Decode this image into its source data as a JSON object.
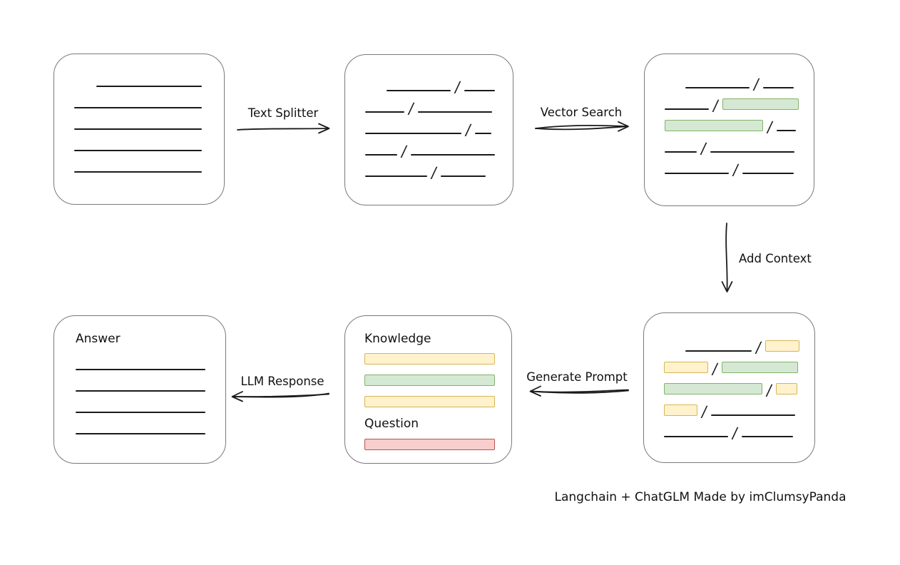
{
  "caption": "Langchain + ChatGLM Made by imClumsyPanda",
  "glyphs": {
    "slash": "/"
  },
  "colors": {
    "ink": "#1a1a1a",
    "box_border": "#7a7a7a",
    "green_fill": "#d5e8d4",
    "green_border": "#82b366",
    "yellow_fill": "#fff2cc",
    "yellow_border": "#d6b656",
    "red_fill": "#f8cecc",
    "red_border": "#b85450"
  },
  "arrows": {
    "text_splitter": {
      "label": "Text Splitter",
      "direction": "right"
    },
    "vector_search": {
      "label": "Vector Search",
      "direction": "right"
    },
    "add_context": {
      "label": "Add Context",
      "direction": "down"
    },
    "generate_prompt": {
      "label": "Generate Prompt",
      "direction": "left"
    },
    "llm_response": {
      "label": "LLM Response",
      "direction": "left"
    }
  },
  "boxes": {
    "document": {
      "rows": [
        [
          "gap:31",
          "line:148"
        ],
        [
          "line:179"
        ],
        [
          "line:179"
        ],
        [
          "line:179"
        ],
        [
          "line:179"
        ]
      ]
    },
    "split": {
      "rows": [
        [
          "gap:30",
          "line:90",
          "slash",
          "line:43"
        ],
        [
          "line:55",
          "slash",
          "line:104"
        ],
        [
          "line:135",
          "slash",
          "line:23"
        ],
        [
          "line:45",
          "slash",
          "line:118"
        ],
        [
          "line:87",
          "slash",
          "line:63"
        ]
      ]
    },
    "vector": {
      "rows": [
        [
          "gap:29",
          "line:90",
          "slash",
          "line:43"
        ],
        [
          "line:62",
          "slash",
          "green:107"
        ],
        [
          "green:138",
          "slash",
          "line:27"
        ],
        [
          "line:45",
          "slash",
          "line:118"
        ],
        [
          "line:90",
          "slash",
          "line:72"
        ]
      ]
    },
    "context": {
      "rows": [
        [
          "gap:30",
          "line:93",
          "slash",
          "yellow:48"
        ],
        [
          "yellow:62",
          "slash",
          "green:107"
        ],
        [
          "green:138",
          "slash",
          "yellow:30"
        ],
        [
          "yellow:47",
          "slash",
          "line:118"
        ],
        [
          "line:90",
          "slash",
          "line:72"
        ]
      ]
    },
    "prompt": {
      "knowledge_label": "Knowledge",
      "question_label": "Question",
      "knowledge_rows": [
        [
          "yellow:183"
        ],
        [
          "green:183"
        ],
        [
          "yellow:183"
        ]
      ],
      "question_rows": [
        [
          "red:183"
        ]
      ]
    },
    "answer": {
      "label": "Answer",
      "rows": [
        [
          "line:182"
        ],
        [
          "line:182"
        ],
        [
          "line:182"
        ],
        [
          "line:182"
        ]
      ]
    }
  }
}
